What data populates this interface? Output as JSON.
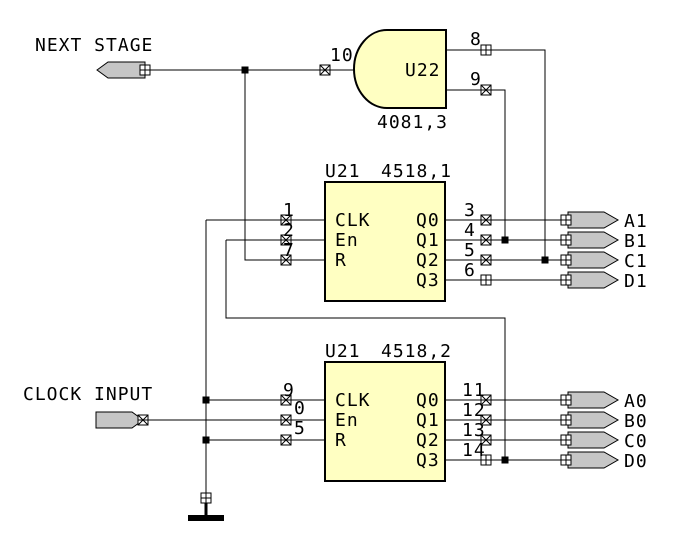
{
  "ports": {
    "next_stage": {
      "label": "NEXT STAGE"
    },
    "clock_input": {
      "label": "CLOCK INPUT"
    }
  },
  "gate": {
    "ref": "U22",
    "device": "4081,3",
    "pin_out": "10",
    "pin_in_top": "8",
    "pin_in_bottom": "9"
  },
  "counter_top": {
    "ref": "U21",
    "device": "4518,1",
    "inputs": [
      {
        "pin": "1",
        "name": "CLK"
      },
      {
        "pin": "2",
        "name": "En"
      },
      {
        "pin": "7",
        "name": "R"
      }
    ],
    "outputs": [
      {
        "pin": "3",
        "name": "Q0",
        "port": "A1"
      },
      {
        "pin": "4",
        "name": "Q1",
        "port": "B1"
      },
      {
        "pin": "5",
        "name": "Q2",
        "port": "C1"
      },
      {
        "pin": "6",
        "name": "Q3",
        "port": "D1"
      }
    ]
  },
  "counter_bottom": {
    "ref": "U21",
    "device": "4518,2",
    "inputs": [
      {
        "pin": "9",
        "name": "CLK"
      },
      {
        "pin": "0",
        "name": "En"
      },
      {
        "pin": "5",
        "name": "R"
      }
    ],
    "outputs": [
      {
        "pin": "11",
        "name": "Q0",
        "port": "A0"
      },
      {
        "pin": "12",
        "name": "Q1",
        "port": "B0"
      },
      {
        "pin": "13",
        "name": "Q2",
        "port": "C0"
      },
      {
        "pin": "14",
        "name": "Q3",
        "port": "D0"
      }
    ]
  },
  "colors": {
    "component_fill": "#FFFFC2",
    "port_fill": "#C6C6C6",
    "wire": "#000000",
    "background": "#FFFFFF"
  }
}
